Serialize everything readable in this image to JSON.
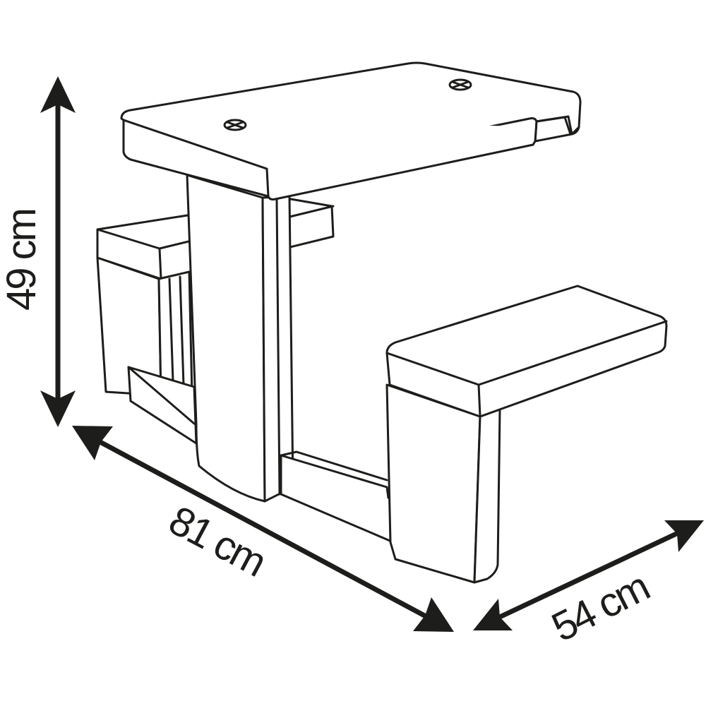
{
  "dimensions": {
    "height": "49 cm",
    "length": "81 cm",
    "depth": "54 cm"
  },
  "colors": {
    "line": "#1d1d1b",
    "background": "#ffffff"
  }
}
